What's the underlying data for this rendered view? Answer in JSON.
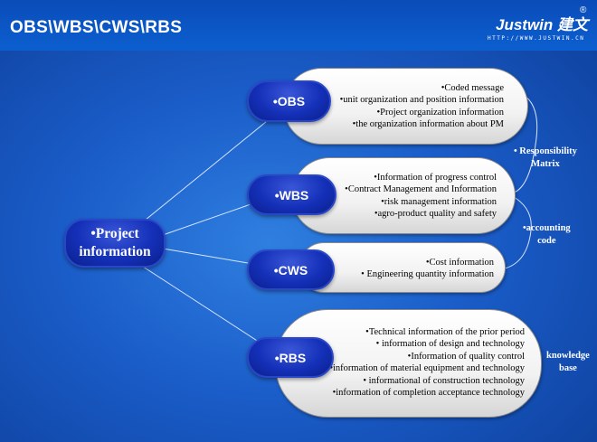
{
  "header": {
    "title": "OBS\\WBS\\CWS\\RBS",
    "brand_latin": "Justwin",
    "brand_cjk": "建文",
    "brand_mark": "®",
    "brand_url": "HTTP://WWW.JUSTWIN.CN"
  },
  "center_node": {
    "line1": "•Project",
    "line2": "information"
  },
  "branches": [
    {
      "node": "•OBS",
      "items": [
        "•Coded message",
        "•unit organization and position information",
        "•Project organization information",
        "•the organization information about PM"
      ]
    },
    {
      "node": "•WBS",
      "items": [
        "•Information of progress control",
        "•Contract Management and Information",
        "•risk management information",
        "•agro-product quality and safety"
      ]
    },
    {
      "node": "•CWS",
      "items": [
        "•Cost information",
        "• Engineering quantity information"
      ]
    },
    {
      "node": "•RBS",
      "items": [
        "•Technical information of the prior period",
        "• information of design and technology",
        "•Information of quality control",
        "•information of material equipment and technology",
        "• informational of construction technology",
        "•information of completion acceptance technology"
      ]
    }
  ],
  "side_labels": {
    "responsibility": {
      "line1": "•  Responsibility",
      "line2": "Matrix"
    },
    "accounting": {
      "line1": "•accounting",
      "line2": "code"
    },
    "knowledge": {
      "line1": "knowledge",
      "line2": "base"
    }
  }
}
